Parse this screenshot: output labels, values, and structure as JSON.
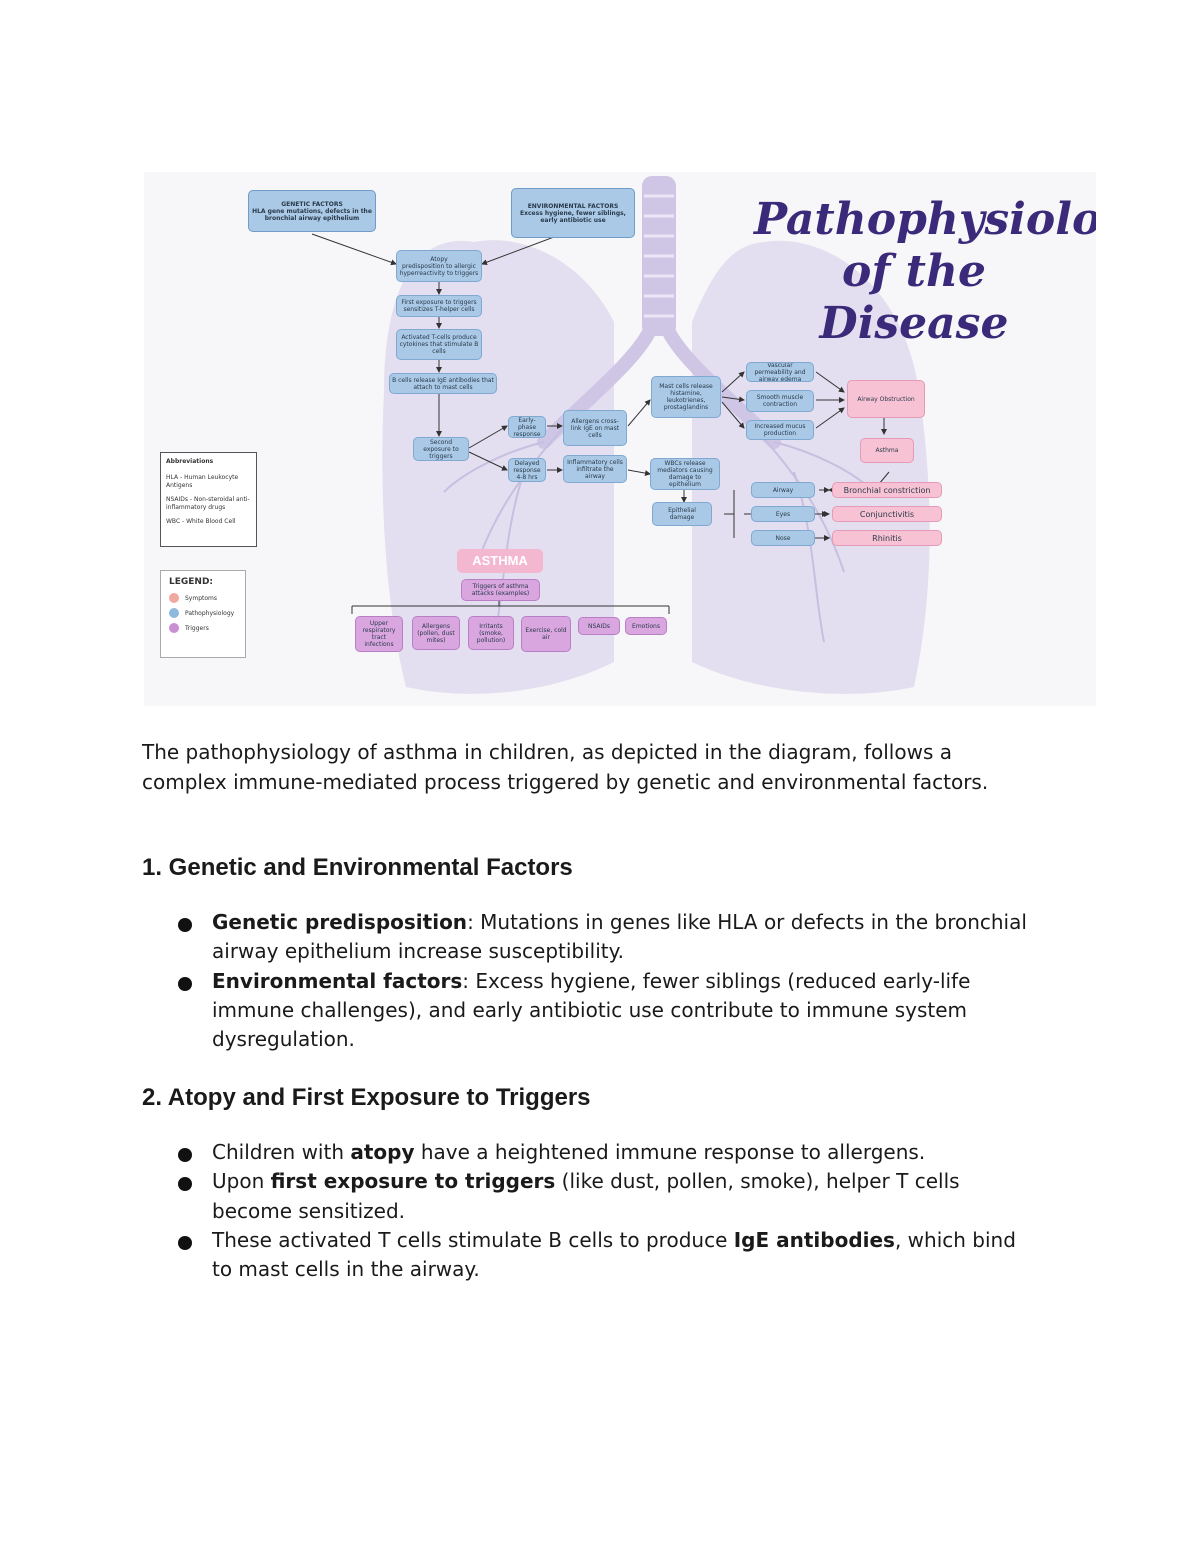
{
  "figure": {
    "title_line1": "Pathophysiology",
    "title_line2": "of the Disease",
    "colors": {
      "lung": "#e3dff0",
      "trachea": "#cfc6e6",
      "blue_box": "#a9c9e6",
      "pink_box": "#f7c2d4",
      "purple_box": "#d9a6e0",
      "title": "#3b2a7a"
    },
    "boxes": {
      "genetic": "GENETIC FACTORS\nHLA gene mutations, defects in the bronchial airway epithelium",
      "environmental": "ENVIRONMENTAL FACTORS\nExcess hygiene, fewer siblings, early antibiotic use",
      "atopy": "Atopy\npredisposition to allergic hyperreactivity to triggers",
      "first_exposure": "First exposure to triggers sensitizes T-helper cells",
      "activated_t": "Activated T-cells produce cytokines that stimulate B cells",
      "b_cells": "B cells release IgE antibodies that attach to mast cells",
      "second_exposure": "Second exposure to triggers",
      "early_phase": "Early-phase response",
      "allergen_binding": "Allergens cross-link IgE on mast cells",
      "delayed": "Delayed response 4-8 hrs",
      "late_cells": "Inflammatory cells infiltrate the airway",
      "mast_release": "Mast cells release histamine, leukotrienes, prostaglandins",
      "vascular": "Vascular permeability and airway edema",
      "smooth_muscle": "Smooth muscle contraction",
      "mucus": "Increased mucus production",
      "wbc_release": "WBCs release mediators causing damage to epithelium",
      "epithelial": "Epithelial damage",
      "airway_obstruction": "Airway Obstruction",
      "asthma_box": "Asthma",
      "airway": "Airway",
      "eyes": "Eyes",
      "nose": "Nose",
      "bronchial": "Bronchial constriction",
      "conjunctivitis": "Conjunctivitis",
      "rhinitis": "Rhinitis",
      "asthma_label": "ASTHMA",
      "triggers": "Triggers of asthma attacks (examples)",
      "t1": "Upper respiratory tract infections",
      "t2": "Allergens (pollen, dust mites)",
      "t3": "Irritants (smoke, pollution)",
      "t4": "Exercise, cold air",
      "t5": "NSAIDs",
      "t6": "Emotions"
    },
    "abbreviations": {
      "title": "Abbreviations",
      "items": [
        "HLA - Human Leukocyte Antigens",
        "NSAIDs - Non-steroidal anti-inflammatory drugs",
        "WBC - White Blood Cell"
      ]
    },
    "legend": {
      "title": "LEGEND:",
      "items": [
        {
          "label": "Symptoms",
          "color": "#f0a8a0"
        },
        {
          "label": "Pathophysiology",
          "color": "#8fb8dd"
        },
        {
          "label": "Triggers",
          "color": "#c98fd4"
        }
      ]
    }
  },
  "intro": "The pathophysiology of asthma in children, as depicted in the diagram, follows a complex immune-mediated process triggered by genetic and environmental factors.",
  "section1": {
    "heading": "1. Genetic and Environmental Factors",
    "b1_bold": "Genetic predisposition",
    "b1_rest": ": Mutations in genes like HLA or defects in the bronchial airway epithelium increase susceptibility.",
    "b2_bold": "Environmental factors",
    "b2_rest": ": Excess hygiene, fewer siblings (reduced early-life immune challenges), and early antibiotic use contribute to immune system dysregulation."
  },
  "section2": {
    "heading": "2. Atopy and First Exposure to Triggers",
    "b1_pre": "Children with ",
    "b1_bold": "atopy",
    "b1_rest": " have a heightened immune response to allergens.",
    "b2_pre": "Upon ",
    "b2_bold": "first exposure to triggers",
    "b2_rest": " (like dust, pollen, smoke), helper T cells become sensitized.",
    "b3_pre": "These activated T cells stimulate B cells to produce ",
    "b3_bold": "IgE antibodies",
    "b3_rest": ", which bind to mast cells in the airway."
  }
}
